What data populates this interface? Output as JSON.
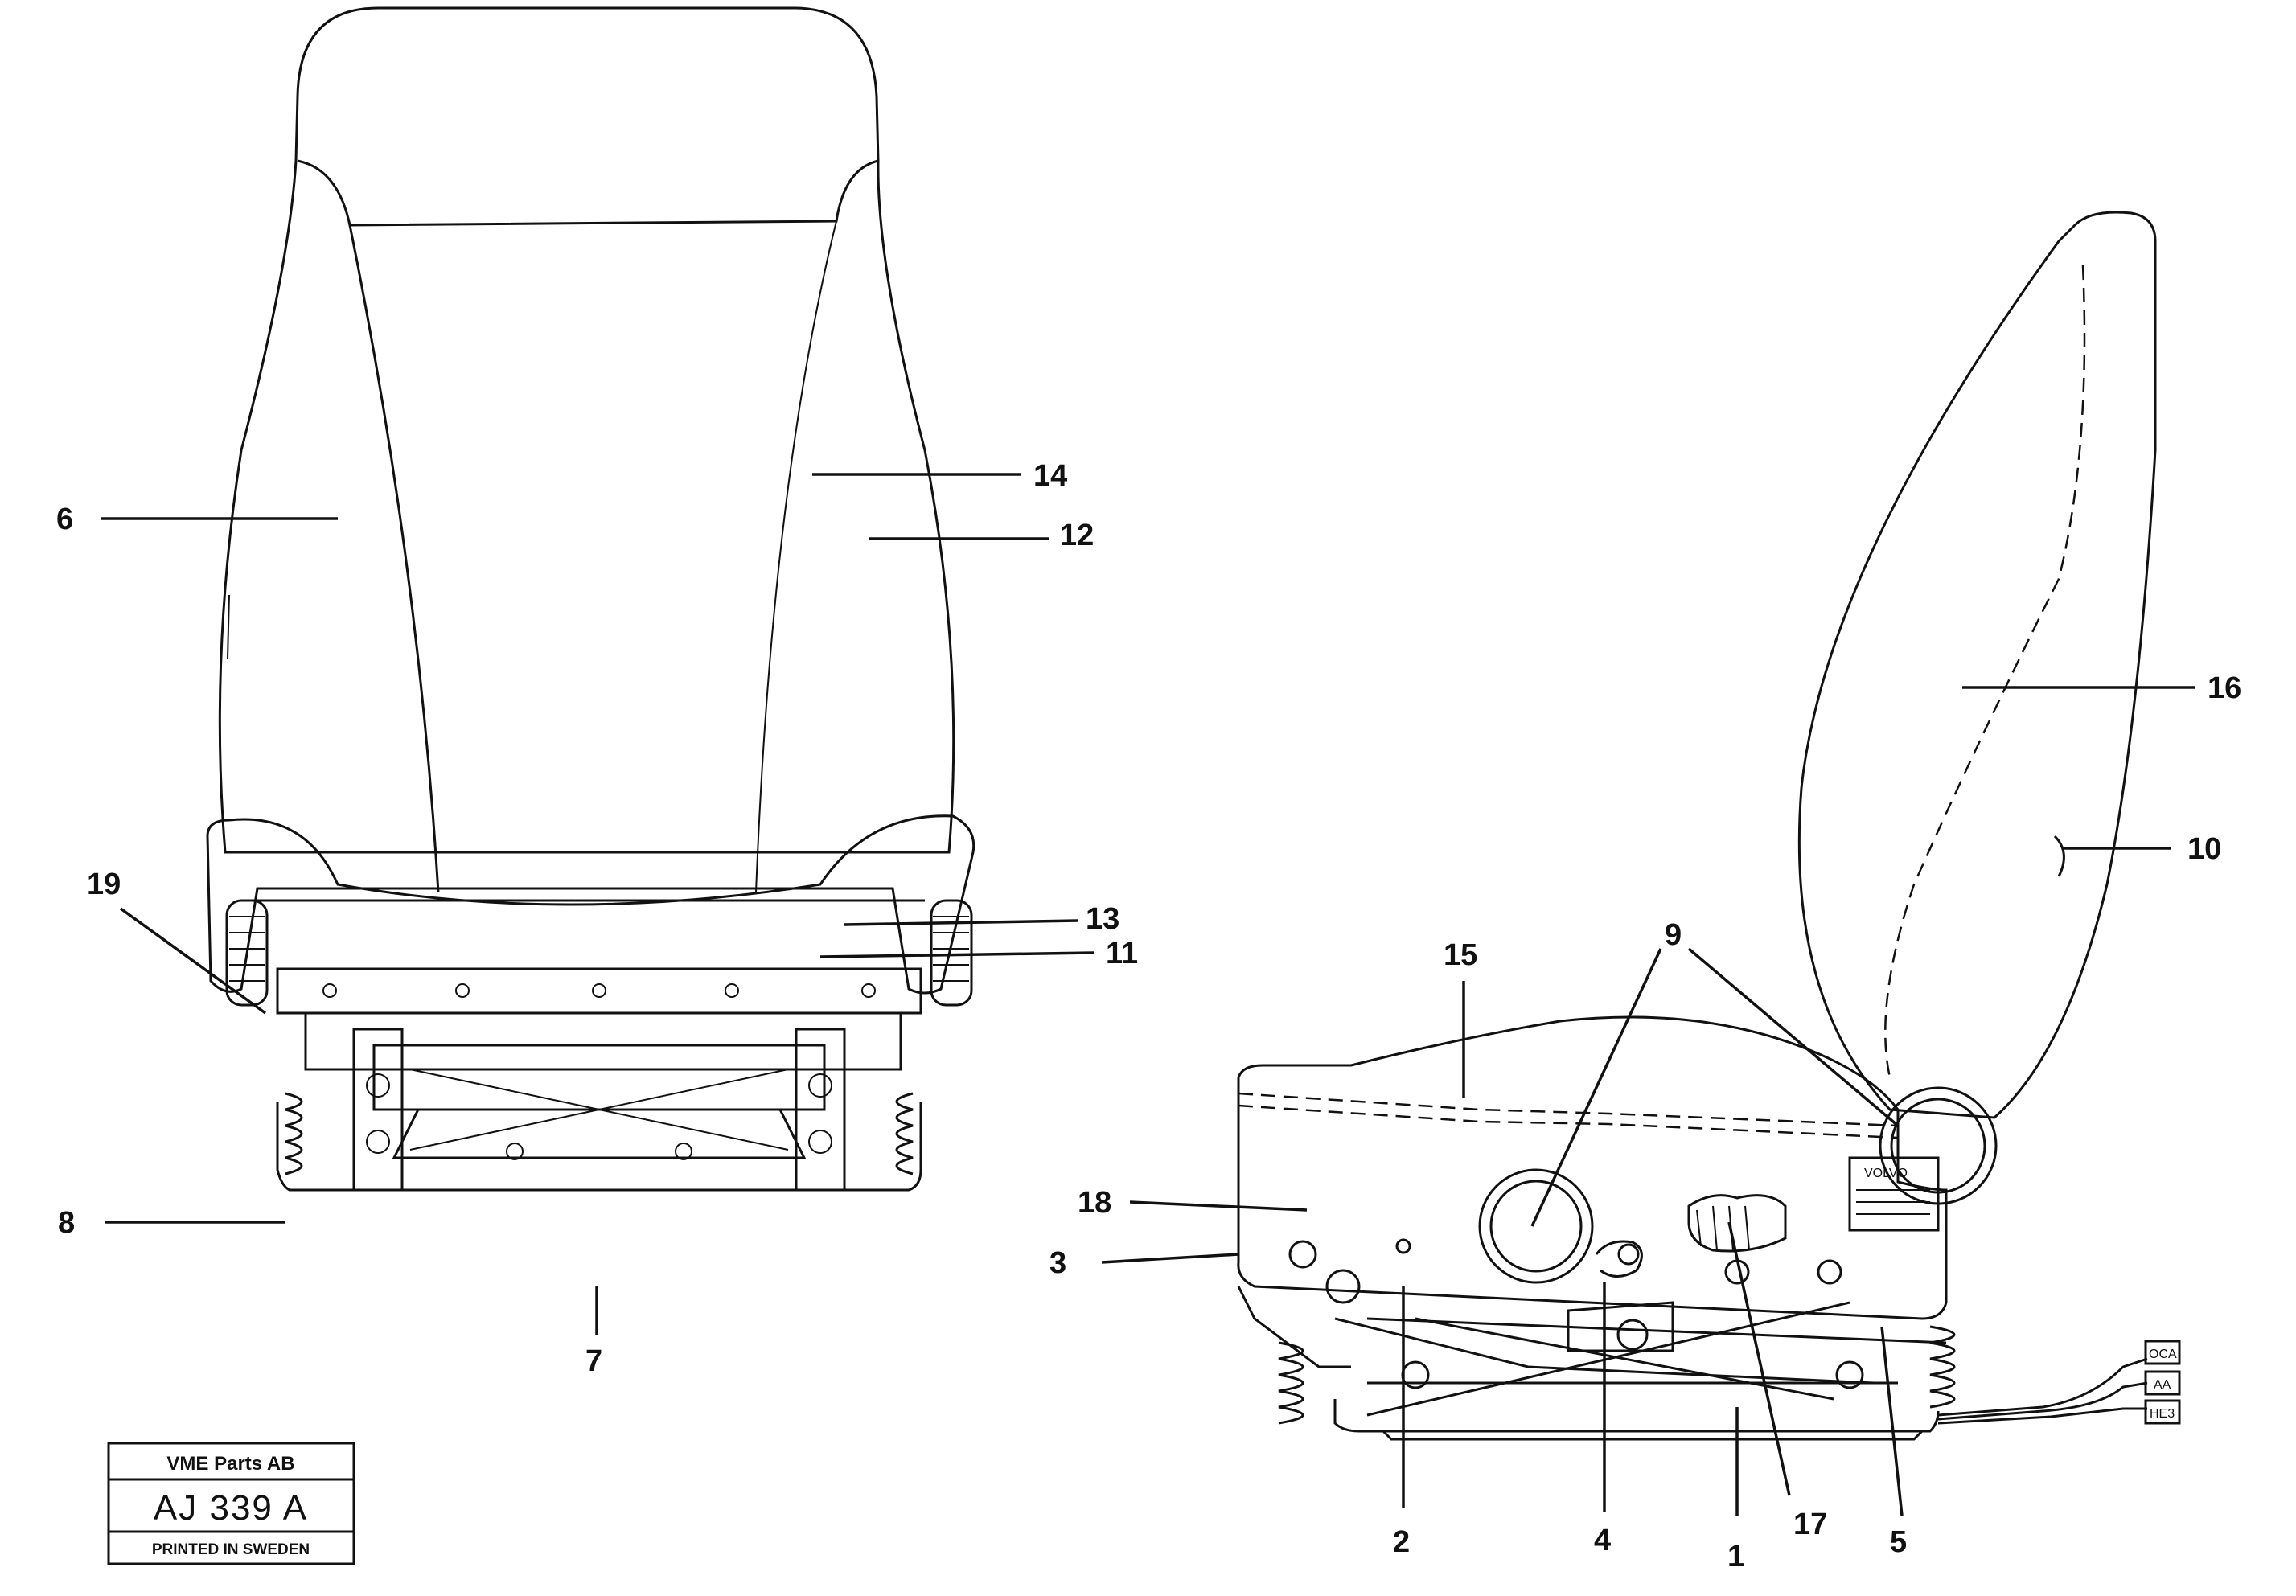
{
  "callouts": {
    "c1": "1",
    "c2": "2",
    "c3": "3",
    "c4": "4",
    "c5": "5",
    "c6": "6",
    "c7": "7",
    "c8": "8",
    "c9": "9",
    "c10": "10",
    "c11": "11",
    "c12": "12",
    "c13": "13",
    "c14": "14",
    "c15": "15",
    "c16": "16",
    "c17": "17",
    "c18": "18",
    "c19": "19"
  },
  "stamp": {
    "company": "VME Parts AB",
    "code": "AJ 339 A",
    "footer": "PRINTED IN SWEDEN"
  },
  "connector_tags": [
    "OCA",
    "AA",
    "HE3"
  ],
  "seat_label": "VOLVO"
}
